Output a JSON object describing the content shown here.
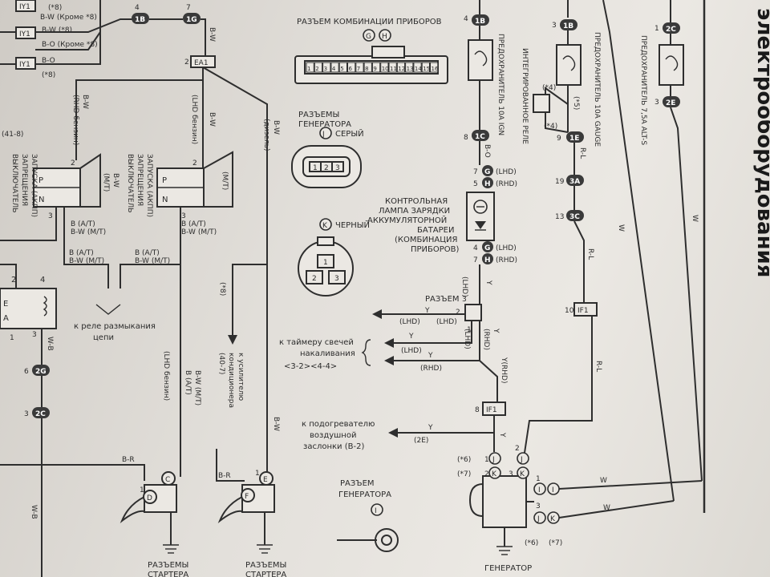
{
  "header": {
    "title_vertical": "электрооборудования"
  },
  "labels": {
    "instrument_connector": "РАЗЪЕМ КОМБИНАЦИИ ПРИБОРОВ",
    "connector_gh": "G H",
    "gen_connectors_l1": "РАЗЪЕМЫ",
    "gen_connectors_l2": "ГЕНЕРАТОРА",
    "gray": "СЕРЫЙ",
    "black": "ЧЕРНЫЙ",
    "lamp_l1": "КОНТРОЛЬНАЯ",
    "lamp_l2": "ЛАМПА ЗАРЯДКИ",
    "lamp_l3": "АККУМУЛЯТОРНОЙ",
    "lamp_l4": "БАТАРЕИ",
    "lamp_l5": "(КОМБИНАЦИЯ",
    "lamp_l6": "ПРИБОРОВ)",
    "connector3": "РАЗЪЕМ",
    "to_timer_l1": "к таймеру свечей",
    "to_timer_l2": "накаливания",
    "to_timer_l3": "<3-2><4-4>",
    "to_heater_l1": "к подогревателю",
    "to_heater_l2": "воздушной",
    "to_heater_l3": "заслонки (B-2)",
    "gen_conn_i_l1": "РАЗЪЕМ",
    "gen_conn_i_l2": "ГЕНЕРАТОРА",
    "generator": "ГЕНЕРАТОР",
    "to_relay_l1": "к реле размыкания",
    "to_relay_l2": "цепи",
    "starter_conn_1_l1": "РАЗЪЕМЫ",
    "starter_conn_1_l2": "СТАРТЕРА",
    "starter_conn_2_l1": "РАЗЪЕМЫ",
    "starter_conn_2_l2": "СТАРТЕРА",
    "fuse_ign": "ПРЕДОХРАНИТЕЛЬ 10А IGN",
    "fuse_gauge": "ПРЕДОХРАНИТЕЛЬ 10А GAUGE",
    "fuse_alts": "ПРЕДОХРАНИТЕЛЬ 7,5А ALT-S",
    "integrated_relay": "ИНТЕГРИРОВАННОЕ РЕЛЕ",
    "switch1_l1": "ВЫКЛЮЧАТЕЛЬ",
    "switch1_l2": "ЗАПРЕЩЕНИЯ",
    "switch1_l3": "ЗАПУСКА (АКПП)",
    "switch2_l1": "ВЫКЛЮЧАТЕЛЬ",
    "switch2_l2": "ЗАПРЕЩЕНИЯ",
    "switch2_l3": "ЗАПУСКА (АКПП)",
    "to_amp_l1": "к усилителю",
    "to_amp_l2": "кондиционера",
    "to_amp_l3": "(40-7)",
    "ref_41_8": "(41-8)",
    "switch_p": "P",
    "switch_n": "N",
    "mt": "(M/T)",
    "rhd_petrol": "(RHD бензин)",
    "lhd_petrol": "(LHD бензин)",
    "diesel": "(дизель)",
    "lhd_petrol_2": "(LHD бензин)",
    "relay_e": "E",
    "relay_a": "A",
    "connector_pins_top": [
      "1",
      "2",
      "3",
      "4",
      "5",
      "6",
      "7",
      "8",
      "9",
      "10",
      "11",
      "12",
      "13",
      "14",
      "15",
      "16"
    ],
    "connector_pins_j": [
      "1",
      "2",
      "3"
    ],
    "connector_pins_k": [
      "1",
      "2",
      "3"
    ]
  },
  "wires": {
    "b_w": "B-W",
    "b_w_2": "B-W",
    "b_w_3": "B-W",
    "b_w_4": "B-W",
    "b_w_5": "B-W",
    "b_w_6": "B-W",
    "b_w_kr": "B-W (Кроме *8)",
    "b_o_kr": "B-O (Кроме *8)",
    "b_o": "B-O",
    "b_o_2": "B-O",
    "b_w_x8": "B-W (*8)",
    "b_at_1": "B (A/T)",
    "b_w_mt_1": "B-W (M/T)",
    "b_at_2": "B (A/T)",
    "b_w_mt_2": "B-W (M/T)",
    "b_at_3": "B (A/T)",
    "b_w_mt_3": "B-W (M/T)",
    "b_at_4": "B (A/T)",
    "b_w_mt_4": "B-W (M/T)",
    "b_at_5": "B (A/T)",
    "b_w_mt_5": "B-W (M/T)",
    "w_b": "W-B",
    "w_b_2": "W-B",
    "b_r": "B-R",
    "b_r_2": "B-R",
    "y": "Y",
    "y_2": "Y",
    "y_3": "Y",
    "y_4": "Y",
    "y_5": "Y",
    "y_6": "Y",
    "y_rhd": "Y(RHD)",
    "r_l": "R-L",
    "r_l_2": "R-L",
    "r_l_3": "R-L",
    "w": "W",
    "w_2": "W",
    "w_3": "W",
    "w_4": "W",
    "lhd": "(LHD)",
    "lhd_2": "(LHD)",
    "lhd_3": "(LHD)",
    "lhd_4": "(LHD)",
    "lhd_5": "(LHD)",
    "rhd": "(RHD)",
    "rhd_2": "(RHD)",
    "rhd_3": "(RHD)",
    "rhd_4": "(RHD)",
    "ref_2e": "(2E)",
    "x8": "(*8)",
    "x8_2": "(*8)",
    "x8_3": "(*8)",
    "x4": "(*4)",
    "x4_2": "(*4)",
    "x5": "(*5)",
    "x6": "(*6)",
    "x6_2": "(*6)",
    "x7": "(*7)",
    "x7_2": "(*7)"
  },
  "pins": {
    "p1b_a": "1B",
    "p1g_a": "1G",
    "ea1": "EA1",
    "iy1_a": "IY1",
    "iy1_b": "IY1",
    "iy1_c": "IY1",
    "p1b_b": "1B",
    "p1c": "1C",
    "g": "G",
    "h": "H",
    "g2": "G",
    "h2": "H",
    "p1b_c": "1B",
    "p1e": "1E",
    "p3a": "3A",
    "p3c": "3C",
    "if1": "IF1",
    "p2c_a": "2C",
    "p2e": "2E",
    "if1_b": "IF1",
    "p2g": "2G",
    "p2c_b": "2C",
    "j": "J",
    "k": "K",
    "j2": "J",
    "k2": "K",
    "i": "I",
    "i2": "I",
    "j3": "J",
    "k3": "K",
    "c": "C",
    "d": "D",
    "e": "E",
    "f": "F",
    "conn_j": "J",
    "conn_k": "K",
    "conn_i": "I",
    "conn_gh_g": "G",
    "conn_gh_h": "H"
  },
  "pinnums": {
    "n4": "4",
    "n8": "8",
    "n7": "7",
    "n5": "5",
    "n6": "6",
    "n4b": "4",
    "n7b": "7",
    "n2": "2",
    "n3": "3",
    "n1": "1",
    "n9": "9",
    "n19": "19",
    "n13": "13",
    "n10": "10",
    "n8b": "8",
    "n1b": "1",
    "n2b": "2",
    "n3b": "3",
    "n1c": "1",
    "n3c": "3",
    "n2s": "2",
    "n3s": "3",
    "n2t": "2",
    "n3t": "3",
    "n1d": "1",
    "n1e": "1",
    "n4r": "4",
    "n6b": "6",
    "n3d": "3",
    "n1f": "1",
    "n3e": "3",
    "n1g": "1",
    "n3f": "3"
  }
}
